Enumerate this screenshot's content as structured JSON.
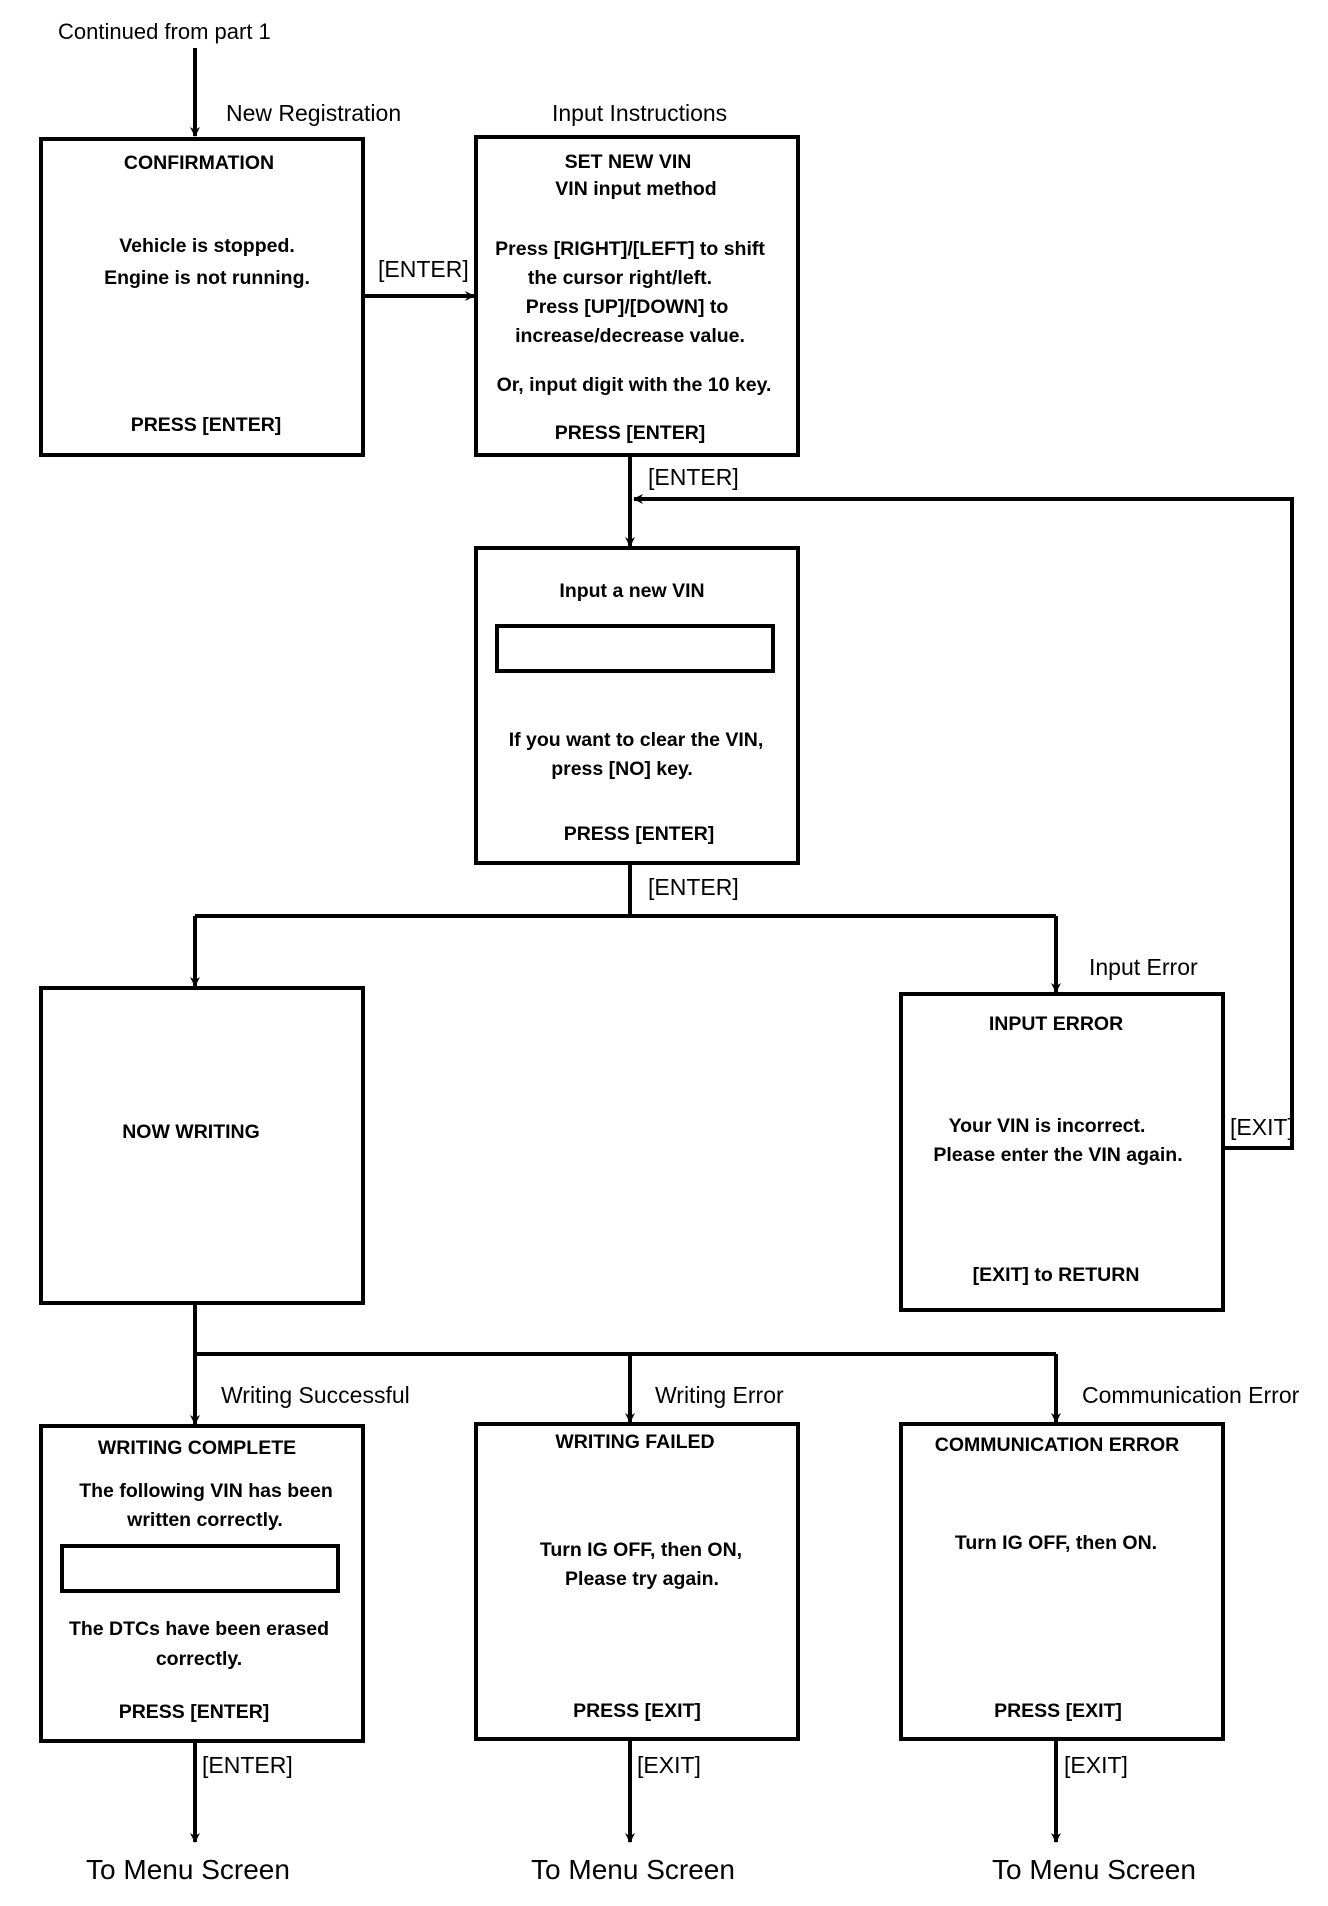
{
  "continued": "Continued from part 1",
  "labels": {
    "new_registration": "New Registration",
    "input_instructions": "Input Instructions",
    "input_error": "Input Error",
    "writing_successful": "Writing Successful",
    "writing_error": "Writing Error",
    "communication_error": "Communication Error"
  },
  "keys": {
    "enter": "[ENTER]",
    "exit": "[EXIT]"
  },
  "boxes": {
    "confirmation": {
      "title": "CONFIRMATION",
      "line1": "Vehicle is stopped.",
      "line2": "Engine is not running.",
      "footer": "PRESS [ENTER]"
    },
    "set_new_vin": {
      "title": "SET NEW VIN",
      "subtitle": "VIN input method",
      "line1": "Press [RIGHT]/[LEFT] to shift",
      "line2": "the cursor right/left.",
      "line3": "Press [UP]/[DOWN] to",
      "line4": "increase/decrease value.",
      "line5": "Or, input digit with the 10 key.",
      "footer": "PRESS [ENTER]"
    },
    "input_vin": {
      "title": "Input a new VIN",
      "line1": "If you want to clear the VIN,",
      "line2": "press [NO] key.",
      "footer": "PRESS [ENTER]"
    },
    "now_writing": {
      "title": "NOW WRITING"
    },
    "input_error": {
      "title": "INPUT ERROR",
      "line1": "Your VIN is incorrect.",
      "line2": "Please enter the VIN again.",
      "footer": "[EXIT] to RETURN"
    },
    "writing_complete": {
      "title": "WRITING COMPLETE",
      "line1": "The following VIN has been",
      "line2": "written correctly.",
      "line3": "The DTCs have been erased",
      "line4": "correctly.",
      "footer": "PRESS [ENTER]"
    },
    "writing_failed": {
      "title": "WRITING FAILED",
      "line1": "Turn IG OFF, then ON,",
      "line2": "Please try again.",
      "footer": "PRESS [EXIT]"
    },
    "communication_error": {
      "title": "COMMUNICATION ERROR",
      "line1": "Turn IG OFF, then ON.",
      "footer": "PRESS [EXIT]"
    }
  },
  "to_menu": "To Menu Screen",
  "colors": {
    "ink": "#000000",
    "background": "#ffffff"
  }
}
